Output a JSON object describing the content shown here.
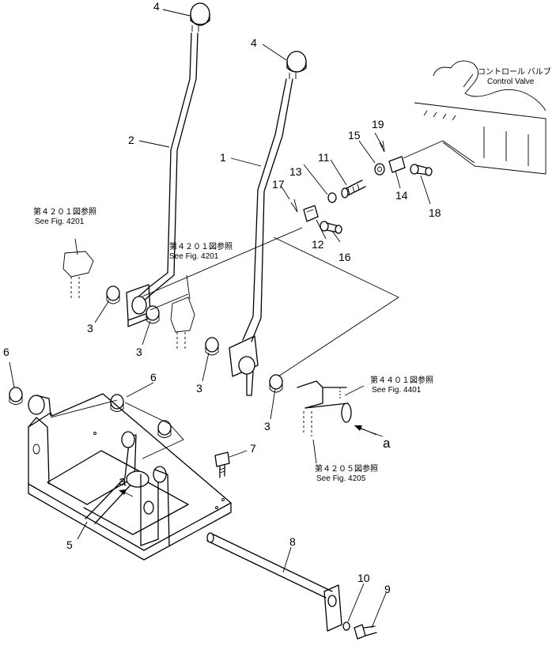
{
  "callouts": {
    "p1": "1",
    "p2": "2",
    "p3a": "3",
    "p3b": "3",
    "p3c": "3",
    "p3d": "3",
    "p4a": "4",
    "p4b": "4",
    "p5": "5",
    "p6a": "6",
    "p6b": "6",
    "p7": "7",
    "p8": "8",
    "p9": "9",
    "p10": "10",
    "p11": "11",
    "p12": "12",
    "p13": "13",
    "p14": "14",
    "p15": "15",
    "p16": "16",
    "p17": "17",
    "p18": "18",
    "p19": "19"
  },
  "references": {
    "ref_4201_left_jp": "第４２０１図参照",
    "ref_4201_left_en": "See Fig. 4201",
    "ref_4201_mid_jp": "第４２０１図参照",
    "ref_4201_mid_en": "See Fig. 4201",
    "ref_4401_jp": "第４４０１図参照",
    "ref_4401_en": "See Fig. 4401",
    "ref_4205_jp": "第４２０５図参照",
    "ref_4205_en": "See Fig. 4205",
    "control_valve_jp": "コントロール バルブ",
    "control_valve_en": "Control Valve"
  },
  "view_markers": {
    "a_right": "a",
    "a_left": "a"
  }
}
